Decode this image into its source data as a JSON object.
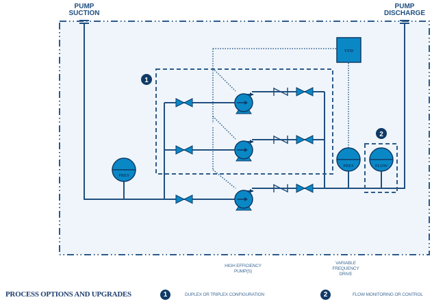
{
  "labels": {
    "pump_suction": [
      "PUMP",
      "SUCTION"
    ],
    "pump_discharge": [
      "PUMP",
      "DISCHARGE"
    ],
    "vfd": "VFD",
    "pressure_suction": "PRES",
    "pressure_discharge": "PRES",
    "flow": "FLOW",
    "badge_1": "1",
    "badge_2": "2"
  },
  "captions": {
    "pumps": [
      "HIGH EFFICIENCY",
      "PUMP(S)"
    ],
    "drive": [
      "VARIABLE",
      "FREQUENCY",
      "DRIVE"
    ]
  },
  "legend": {
    "title": "PROCESS OPTIONS AND UPGRADES",
    "items": [
      {
        "badge": "1",
        "text": "DUPLEX OR TRIPLEX CONFIGURATION"
      },
      {
        "badge": "2",
        "text": "FLOW MONITORING OR CONTROL"
      }
    ]
  },
  "colors": {
    "line": "#1f4e7f",
    "fill": "#0a88c6",
    "dark": "#0f3a66",
    "background": "#eff5fa"
  }
}
